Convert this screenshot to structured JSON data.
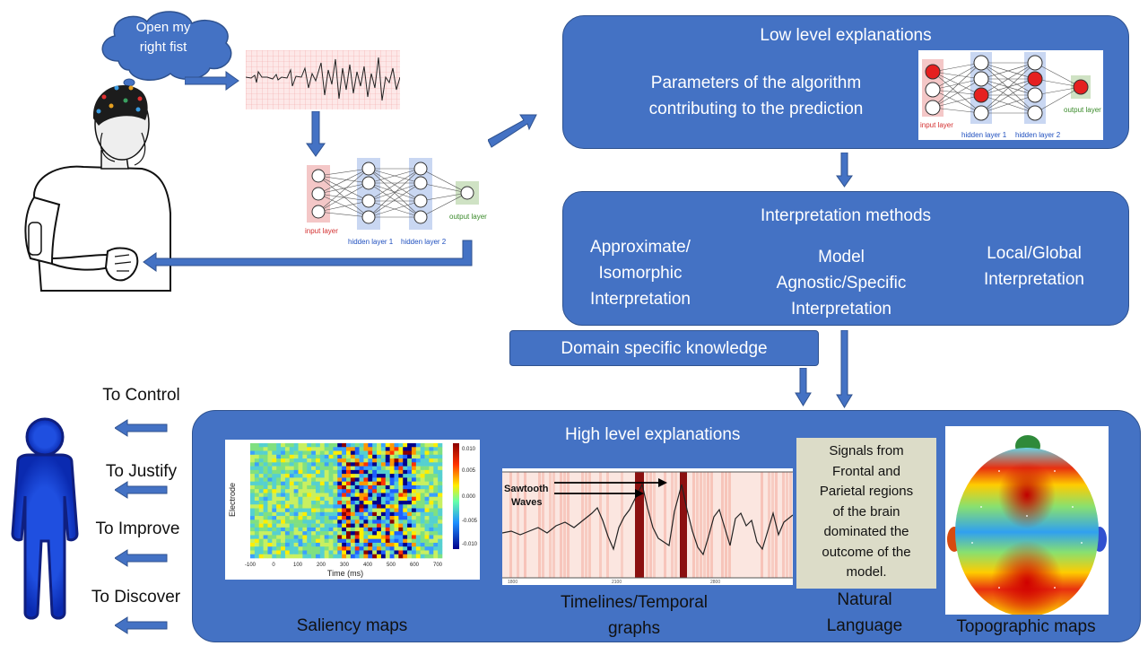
{
  "thought": {
    "line1": "Open my",
    "line2": "right fist"
  },
  "network": {
    "input_layer": "input layer",
    "hidden_layer_1": "hidden layer 1",
    "hidden_layer_2": "hidden layer 2",
    "output_layer": "output layer"
  },
  "low_level": {
    "title": "Low level explanations",
    "text_line1": "Parameters of the algorithm",
    "text_line2": "contributing to the prediction"
  },
  "interpretation": {
    "title": "Interpretation methods",
    "approx": [
      "Approximate/",
      "Isomorphic",
      "Interpretation"
    ],
    "model": [
      "Model",
      "Agnostic/Specific",
      "Interpretation"
    ],
    "local": [
      "Local/Global",
      "Interpretation"
    ]
  },
  "domain": {
    "label": "Domain specific knowledge"
  },
  "high_level": {
    "title": "High level explanations"
  },
  "purposes": [
    "To Control",
    "To Justify",
    "To Improve",
    "To Discover"
  ],
  "saliency": {
    "caption": "Saliency maps",
    "ylabel": "Electrode",
    "xlabel": "Time (ms)",
    "xticks": [
      "-100",
      "0",
      "100",
      "200",
      "300",
      "400",
      "500",
      "600",
      "700"
    ],
    "cticks": [
      "0.010",
      "0.005",
      "0.000",
      "-0.005",
      "-0.010"
    ]
  },
  "timeline": {
    "caption_line1": "Timelines/Temporal",
    "caption_line2": "graphs",
    "annotation_line1": "Sawtooth",
    "annotation_line2": "Waves",
    "ticks": [
      "1800",
      "2100",
      "2800"
    ]
  },
  "natural_language": {
    "caption_line1": "Natural",
    "caption_line2": "Language",
    "box_text": [
      "Signals from",
      "Frontal and",
      "Parietal regions",
      "of the brain",
      "dominated the",
      "outcome of the",
      "model."
    ]
  },
  "topographic": {
    "caption": "Topographic maps"
  },
  "colors": {
    "panel": "#4472c4",
    "panel_border": "#2f528f",
    "knowledge_box": "#dcdcc8",
    "arrow": "#4472c4"
  }
}
